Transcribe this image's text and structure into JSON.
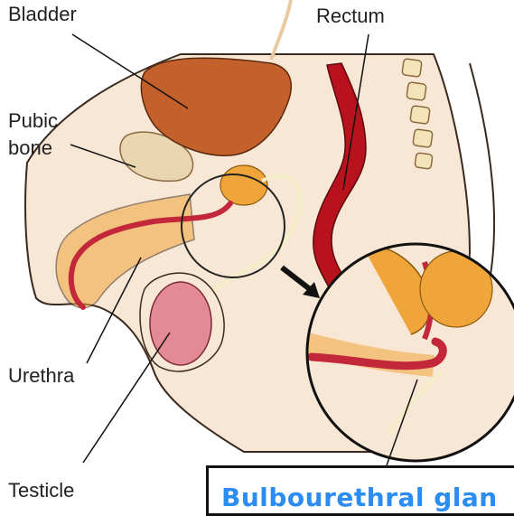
{
  "labels": {
    "bladder": "Bladder",
    "rectum": "Rectum",
    "pubic_bone_line1": "Pubic",
    "pubic_bone_line2": "bone",
    "urethra": "Urethra",
    "testicle": "Testicle"
  },
  "caption": "Bulbourethral glan",
  "colors": {
    "skin": "#f8e7d4",
    "skin_outline": "#3a2a20",
    "bladder": "#c4602c",
    "rectum": "#b8131c",
    "urethra": "#c2273a",
    "glands": "#f0a53a",
    "testicle": "#e48a97",
    "spine": "#f4e2b8",
    "caption_text": "#2b8cf2"
  }
}
